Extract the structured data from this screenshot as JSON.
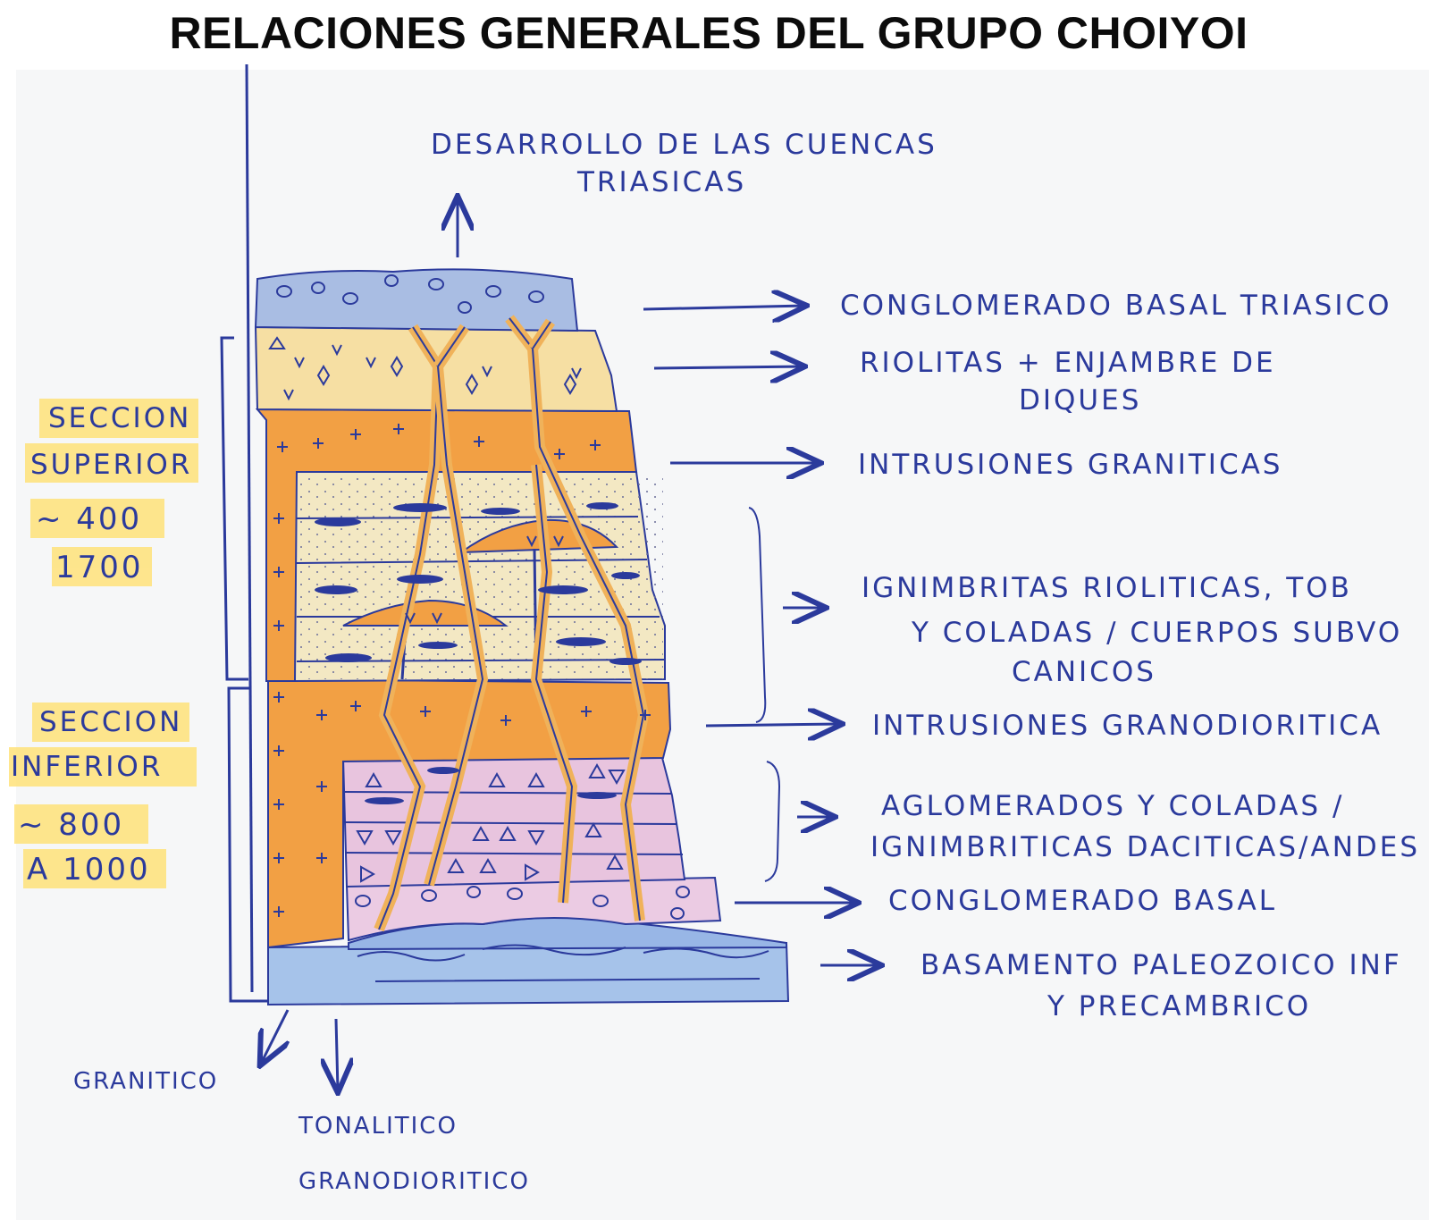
{
  "title": "RELACIONES GENERALES DEL GRUPO CHOIYOI",
  "top_note": {
    "line1": "DESARROLLO DE LAS CUENCAS",
    "line2": "TRIASICAS"
  },
  "left_labels": {
    "superior": {
      "name1": "SECCION",
      "name2": "SUPERIOR",
      "range1": "~ 400",
      "range2": "1700"
    },
    "inferior": {
      "name1": "SECCION",
      "name2": "INFERIOR",
      "range1": "~ 800",
      "range2": "A 1000"
    }
  },
  "bottom_labels": {
    "granitico": "GRANITICO",
    "tonalitico1": "TONALITICO",
    "tonalitico2": "GRANODIORITICO"
  },
  "units": [
    {
      "lines": [
        "CONGLOMERADO BASAL TRIASICO"
      ]
    },
    {
      "lines": [
        "RIOLITAS + ENJAMBRE DE",
        "DIQUES"
      ]
    },
    {
      "lines": [
        "INTRUSIONES GRANITICAS"
      ]
    },
    {
      "lines": [
        "IGNIMBRITAS RIOLITICAS, TOB",
        "Y COLADAS / CUERPOS SUBVO",
        "CANICOS"
      ]
    },
    {
      "lines": [
        "INTRUSIONES GRANODIORITICA"
      ]
    },
    {
      "lines": [
        "AGLOMERADOS Y COLADAS /",
        "IGNIMBRITICAS DACITICAS/ANDES"
      ]
    },
    {
      "lines": [
        "CONGLOMERADO BASAL"
      ]
    },
    {
      "lines": [
        "BASAMENTO PALEOZOICO INF",
        "Y PRECAMBRICO"
      ]
    }
  ],
  "colors": {
    "ink": "#2b3a9c",
    "conglomerate_blue": "#a9bde3",
    "rhyolite_yellow": "#f6dfa3",
    "granite_orange": "#f2a044",
    "ignimbrite_cream": "#f3e8c3",
    "agglomerate_pink": "#e9c7df",
    "basement_blue": "#a6c3ea",
    "highlight_yellow": "#ffe27a"
  }
}
